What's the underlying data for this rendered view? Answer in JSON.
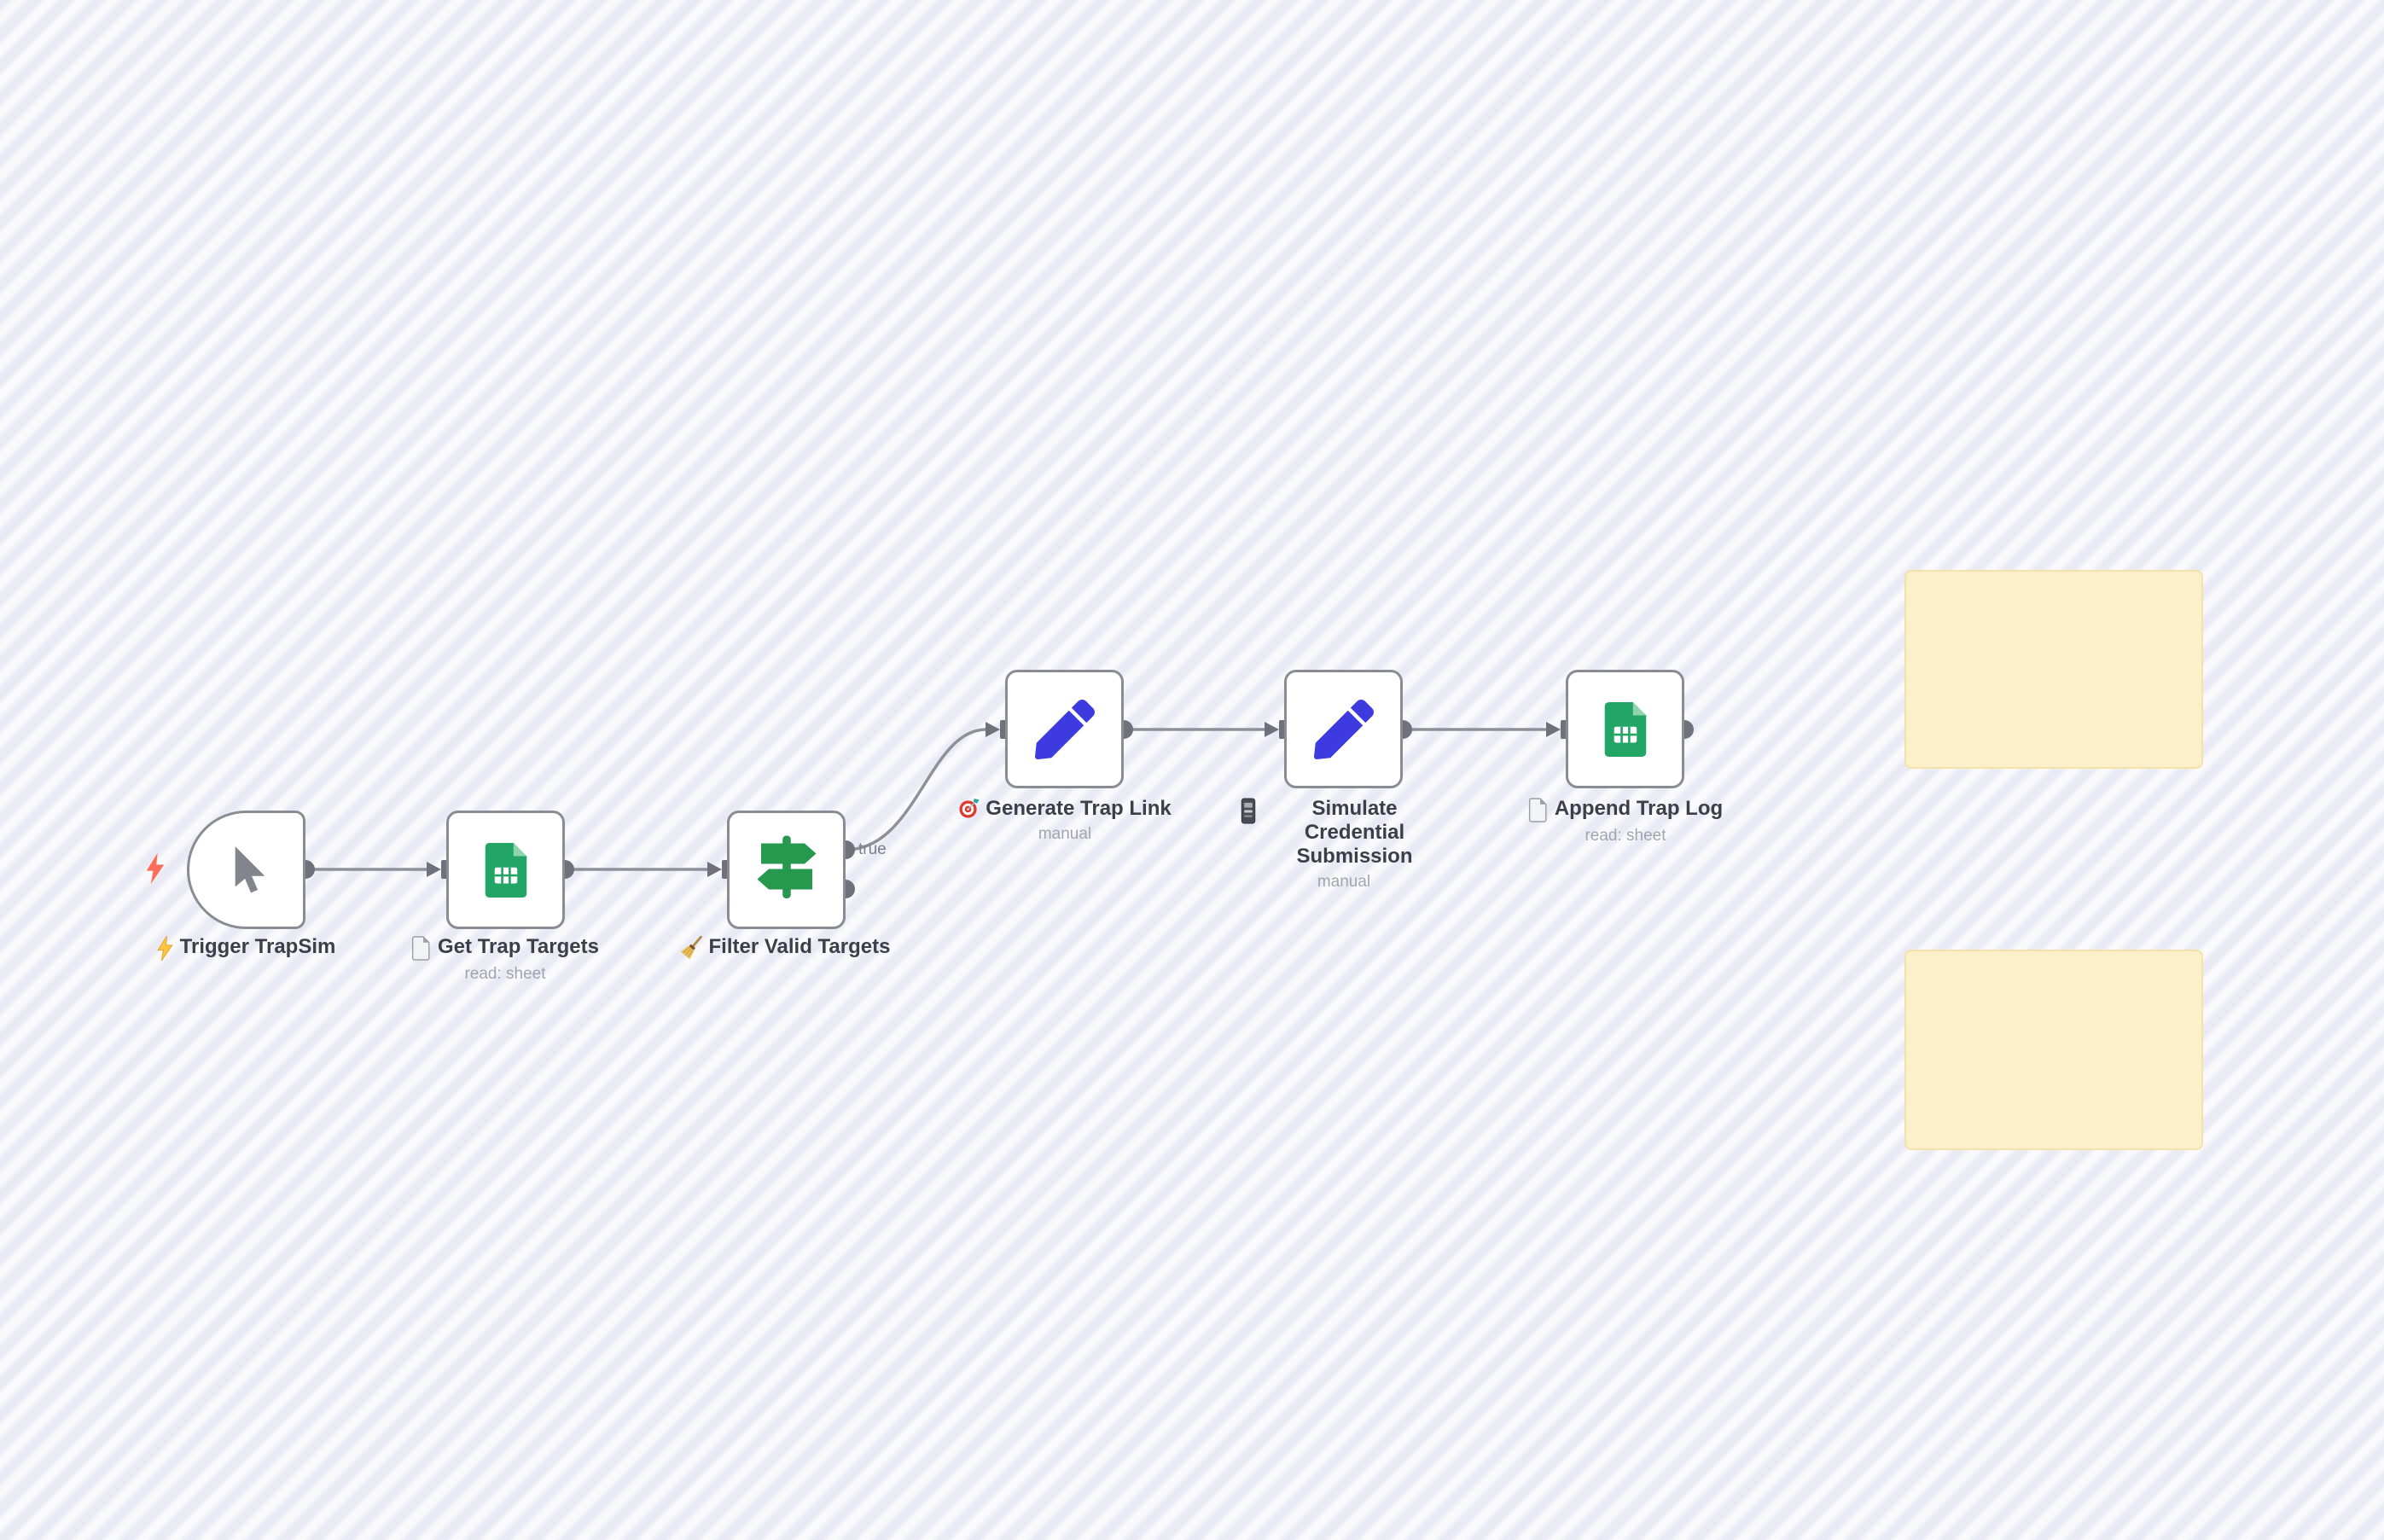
{
  "workflow": {
    "nodes": [
      {
        "label": "Trigger TrapSim",
        "subtitle": "",
        "icon": "cursor-icon",
        "emoji": "lightning-bolt-emoji"
      },
      {
        "label": "Get Trap Targets",
        "subtitle": "read: sheet",
        "icon": "google-sheets-icon",
        "emoji": "page-emoji"
      },
      {
        "label": "Filter Valid Targets",
        "subtitle": "",
        "icon": "signpost-switch-icon",
        "emoji": "broom-emoji"
      },
      {
        "label": "Generate Trap Link",
        "subtitle": "manual",
        "icon": "pencil-edit-icon",
        "emoji": "dartboard-emoji"
      },
      {
        "label": "Simulate Credential Submission",
        "subtitle": "manual",
        "icon": "pencil-edit-icon",
        "emoji": "ballot-box-emoji"
      },
      {
        "label": "Append Trap Log",
        "subtitle": "read: sheet",
        "icon": "google-sheets-icon",
        "emoji": "page-emoji"
      }
    ],
    "connection_labels": {
      "filter_true": "true"
    },
    "sticky_notes": [
      {
        "text": ""
      },
      {
        "text": ""
      }
    ],
    "colors": {
      "sheets_green": "#23A566",
      "sheets_fold_green": "#90D4AE",
      "switch_green": "#27994F",
      "pencil_blue": "#3D3ADF",
      "trigger_exec_bolt_red": "#FF6D5A",
      "label_bolt_gold": "#FFC53D",
      "sticky_fill": "#FCF0CB",
      "sticky_border": "#F3E2AC",
      "node_border": "#8B8B93",
      "port_gray": "#71717B",
      "connection_gray": "#909098",
      "background_stripe": "#E9EAF4"
    }
  }
}
